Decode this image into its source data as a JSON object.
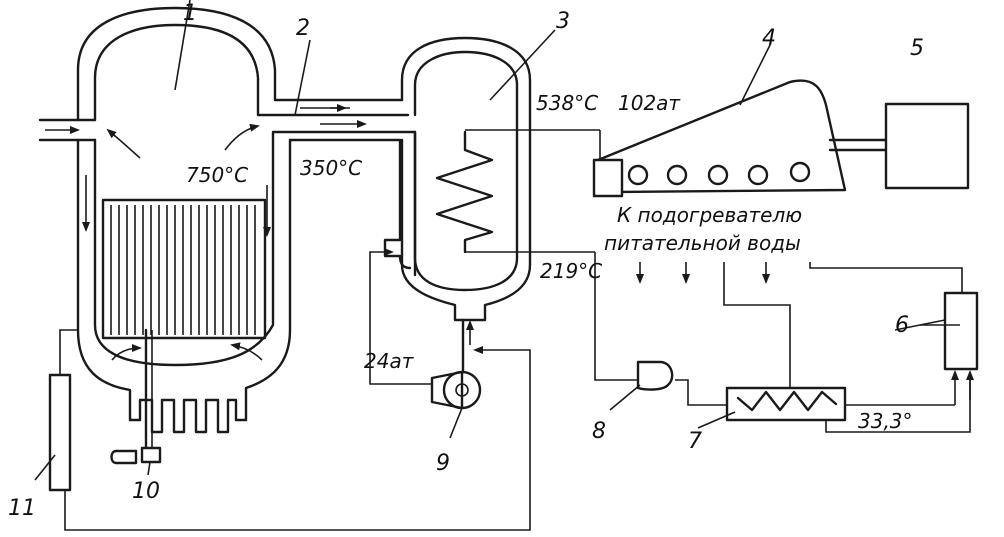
{
  "numbers": {
    "n1": "1",
    "n2": "2",
    "n3": "3",
    "n4": "4",
    "n5": "5",
    "n6": "6",
    "n7": "7",
    "n8": "8",
    "n9": "9",
    "n10": "10",
    "n11": "11"
  },
  "labels": {
    "t750": "750°C",
    "t350": "350°C",
    "t538": "538°C",
    "p102": "102ат",
    "t219": "219°C",
    "p24": "24ат",
    "t333": "33,3°",
    "heater_line1": "К подогревателю",
    "heater_line2": "питательной воды"
  }
}
